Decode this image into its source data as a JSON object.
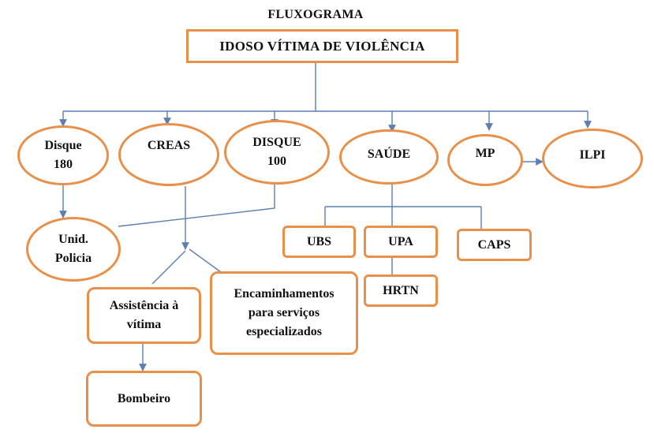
{
  "diagram": {
    "title": "FLUXOGRAMA",
    "root": "IDOSO VÍTIMA DE VIOLÊNCIA",
    "nodes": {
      "disque180": "Disque\n180",
      "creas": "CREAS",
      "disque100": "DISQUE\n100",
      "saude": "SAÚDE",
      "mp": "MP",
      "ilpi": "ILPI",
      "unid_policia": "Unid.\nPolicia",
      "assistencia": "Assistência à\nvítima",
      "encaminhamentos": "Encaminhamentos\npara serviços\nespecializados",
      "bombeiro": "Bombeiro",
      "ubs": "UBS",
      "upa": "UPA",
      "caps": "CAPS",
      "hrtn": "HRTN"
    },
    "colors": {
      "node_border": "#e8904a",
      "connector": "#5b7fb3"
    }
  }
}
